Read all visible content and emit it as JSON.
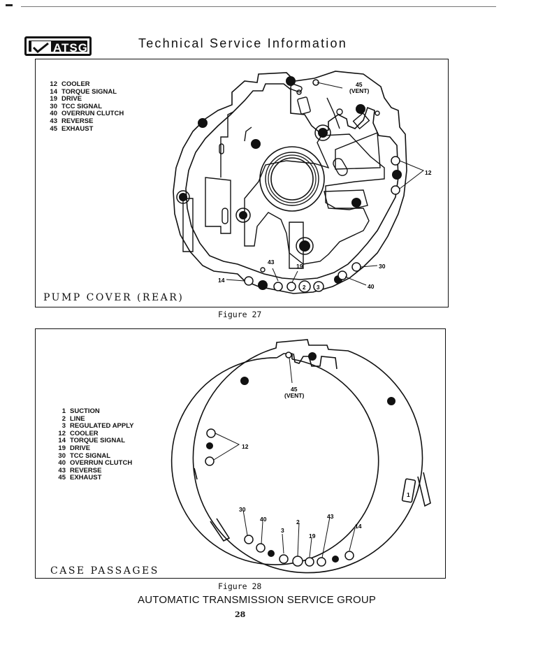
{
  "header": {
    "logo_text": "ATSG",
    "title": "Technical Service Information"
  },
  "figure27": {
    "legend": [
      {
        "num": "12",
        "label": "COOLER"
      },
      {
        "num": "14",
        "label": "TORQUE SIGNAL"
      },
      {
        "num": "19",
        "label": "DRIVE"
      },
      {
        "num": "30",
        "label": "TCC SIGNAL"
      },
      {
        "num": "40",
        "label": "OVERRUN CLUTCH"
      },
      {
        "num": "43",
        "label": "REVERSE"
      },
      {
        "num": "45",
        "label": "EXHAUST"
      }
    ],
    "panel_label": "PUMP COVER (REAR)",
    "caption": "Figure 27",
    "callouts": {
      "c45": "45",
      "vent": "(VENT)",
      "c12": "12",
      "c30": "30",
      "c40": "40",
      "c14": "14",
      "c43": "43",
      "c19": "19",
      "h2": "2",
      "h3": "3"
    }
  },
  "figure28": {
    "legend": [
      {
        "num": "1",
        "label": "SUCTION"
      },
      {
        "num": "2",
        "label": "LINE"
      },
      {
        "num": "3",
        "label": "REGULATED APPLY"
      },
      {
        "num": "12",
        "label": "COOLER"
      },
      {
        "num": "14",
        "label": "TORQUE SIGNAL"
      },
      {
        "num": "19",
        "label": "DRIVE"
      },
      {
        "num": "30",
        "label": "TCC SIGNAL"
      },
      {
        "num": "40",
        "label": "OVERRUN CLUTCH"
      },
      {
        "num": "43",
        "label": "REVERSE"
      },
      {
        "num": "45",
        "label": "EXHAUST"
      }
    ],
    "panel_label": "CASE PASSAGES",
    "caption": "Figure 28",
    "callouts": {
      "c45": "45",
      "vent": "(VENT)",
      "c12": "12",
      "c1": "1",
      "c30": "30",
      "c40": "40",
      "c3": "3",
      "c2": "2",
      "c19": "19",
      "c43": "43",
      "c14": "14"
    }
  },
  "footer": {
    "org": "AUTOMATIC TRANSMISSION SERVICE GROUP",
    "page": "28"
  }
}
